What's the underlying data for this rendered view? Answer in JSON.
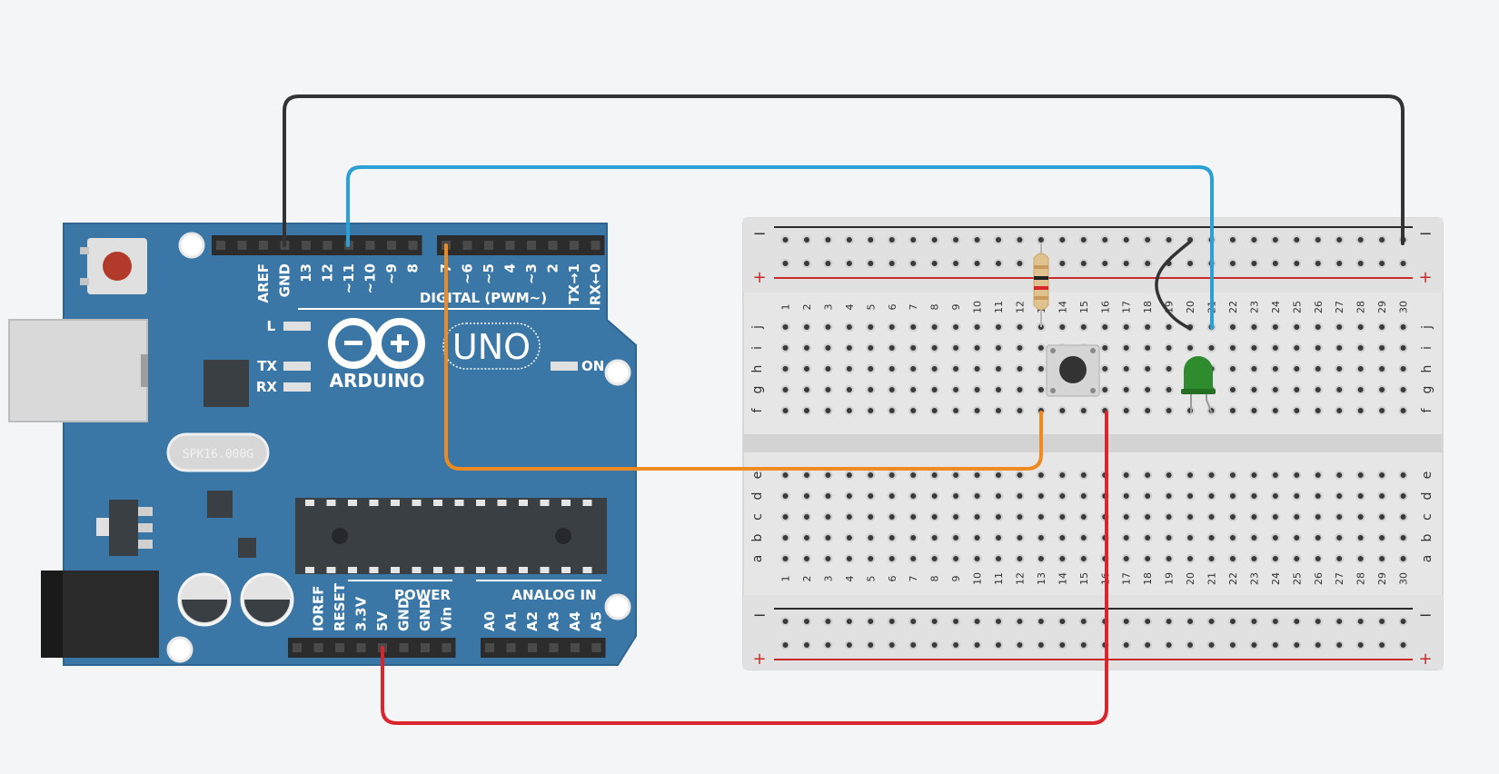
{
  "arduino": {
    "header_top_pins": [
      "AREF",
      "GND",
      "13",
      "12",
      "~11",
      "~10",
      "~9",
      "8"
    ],
    "header_digital_pins": [
      "7",
      "~6",
      "~5",
      "4",
      "~3",
      "2",
      "TX→1",
      "RX←0"
    ],
    "digital_label": "DIGITAL (PWM~)",
    "led_labels": [
      "L",
      "TX",
      "RX"
    ],
    "on_label": "ON",
    "brand": "ARDUINO",
    "model": "UNO",
    "crystal_label": "SPK16.000G",
    "power_label": "POWER",
    "analog_label": "ANALOG IN",
    "power_pins": [
      "IOREF",
      "RESET",
      "3.3V",
      "5V",
      "GND",
      "GND",
      "Vin"
    ],
    "analog_pins": [
      "A0",
      "A1",
      "A2",
      "A3",
      "A4",
      "A5"
    ]
  },
  "breadboard": {
    "columns": 30,
    "top_rows": [
      "j",
      "i",
      "h",
      "g",
      "f"
    ],
    "bottom_rows": [
      "e",
      "d",
      "c",
      "b",
      "a"
    ],
    "rail_minus": "−",
    "rail_plus": "+"
  },
  "colors": {
    "background": "#f3f5f7",
    "board_blue": "#3a77a6",
    "wire_black": "#333333",
    "wire_blue": "#2aa0d4",
    "wire_orange": "#ef8a22",
    "wire_red": "#d9252b",
    "led_green": "#2e8b2e"
  },
  "components": {
    "resistor_bands": [
      "#c99a5a",
      "#222222",
      "#d9252b",
      "#c99a5a"
    ],
    "button_icon": "pushbutton-icon",
    "led_icon": "led-icon"
  }
}
